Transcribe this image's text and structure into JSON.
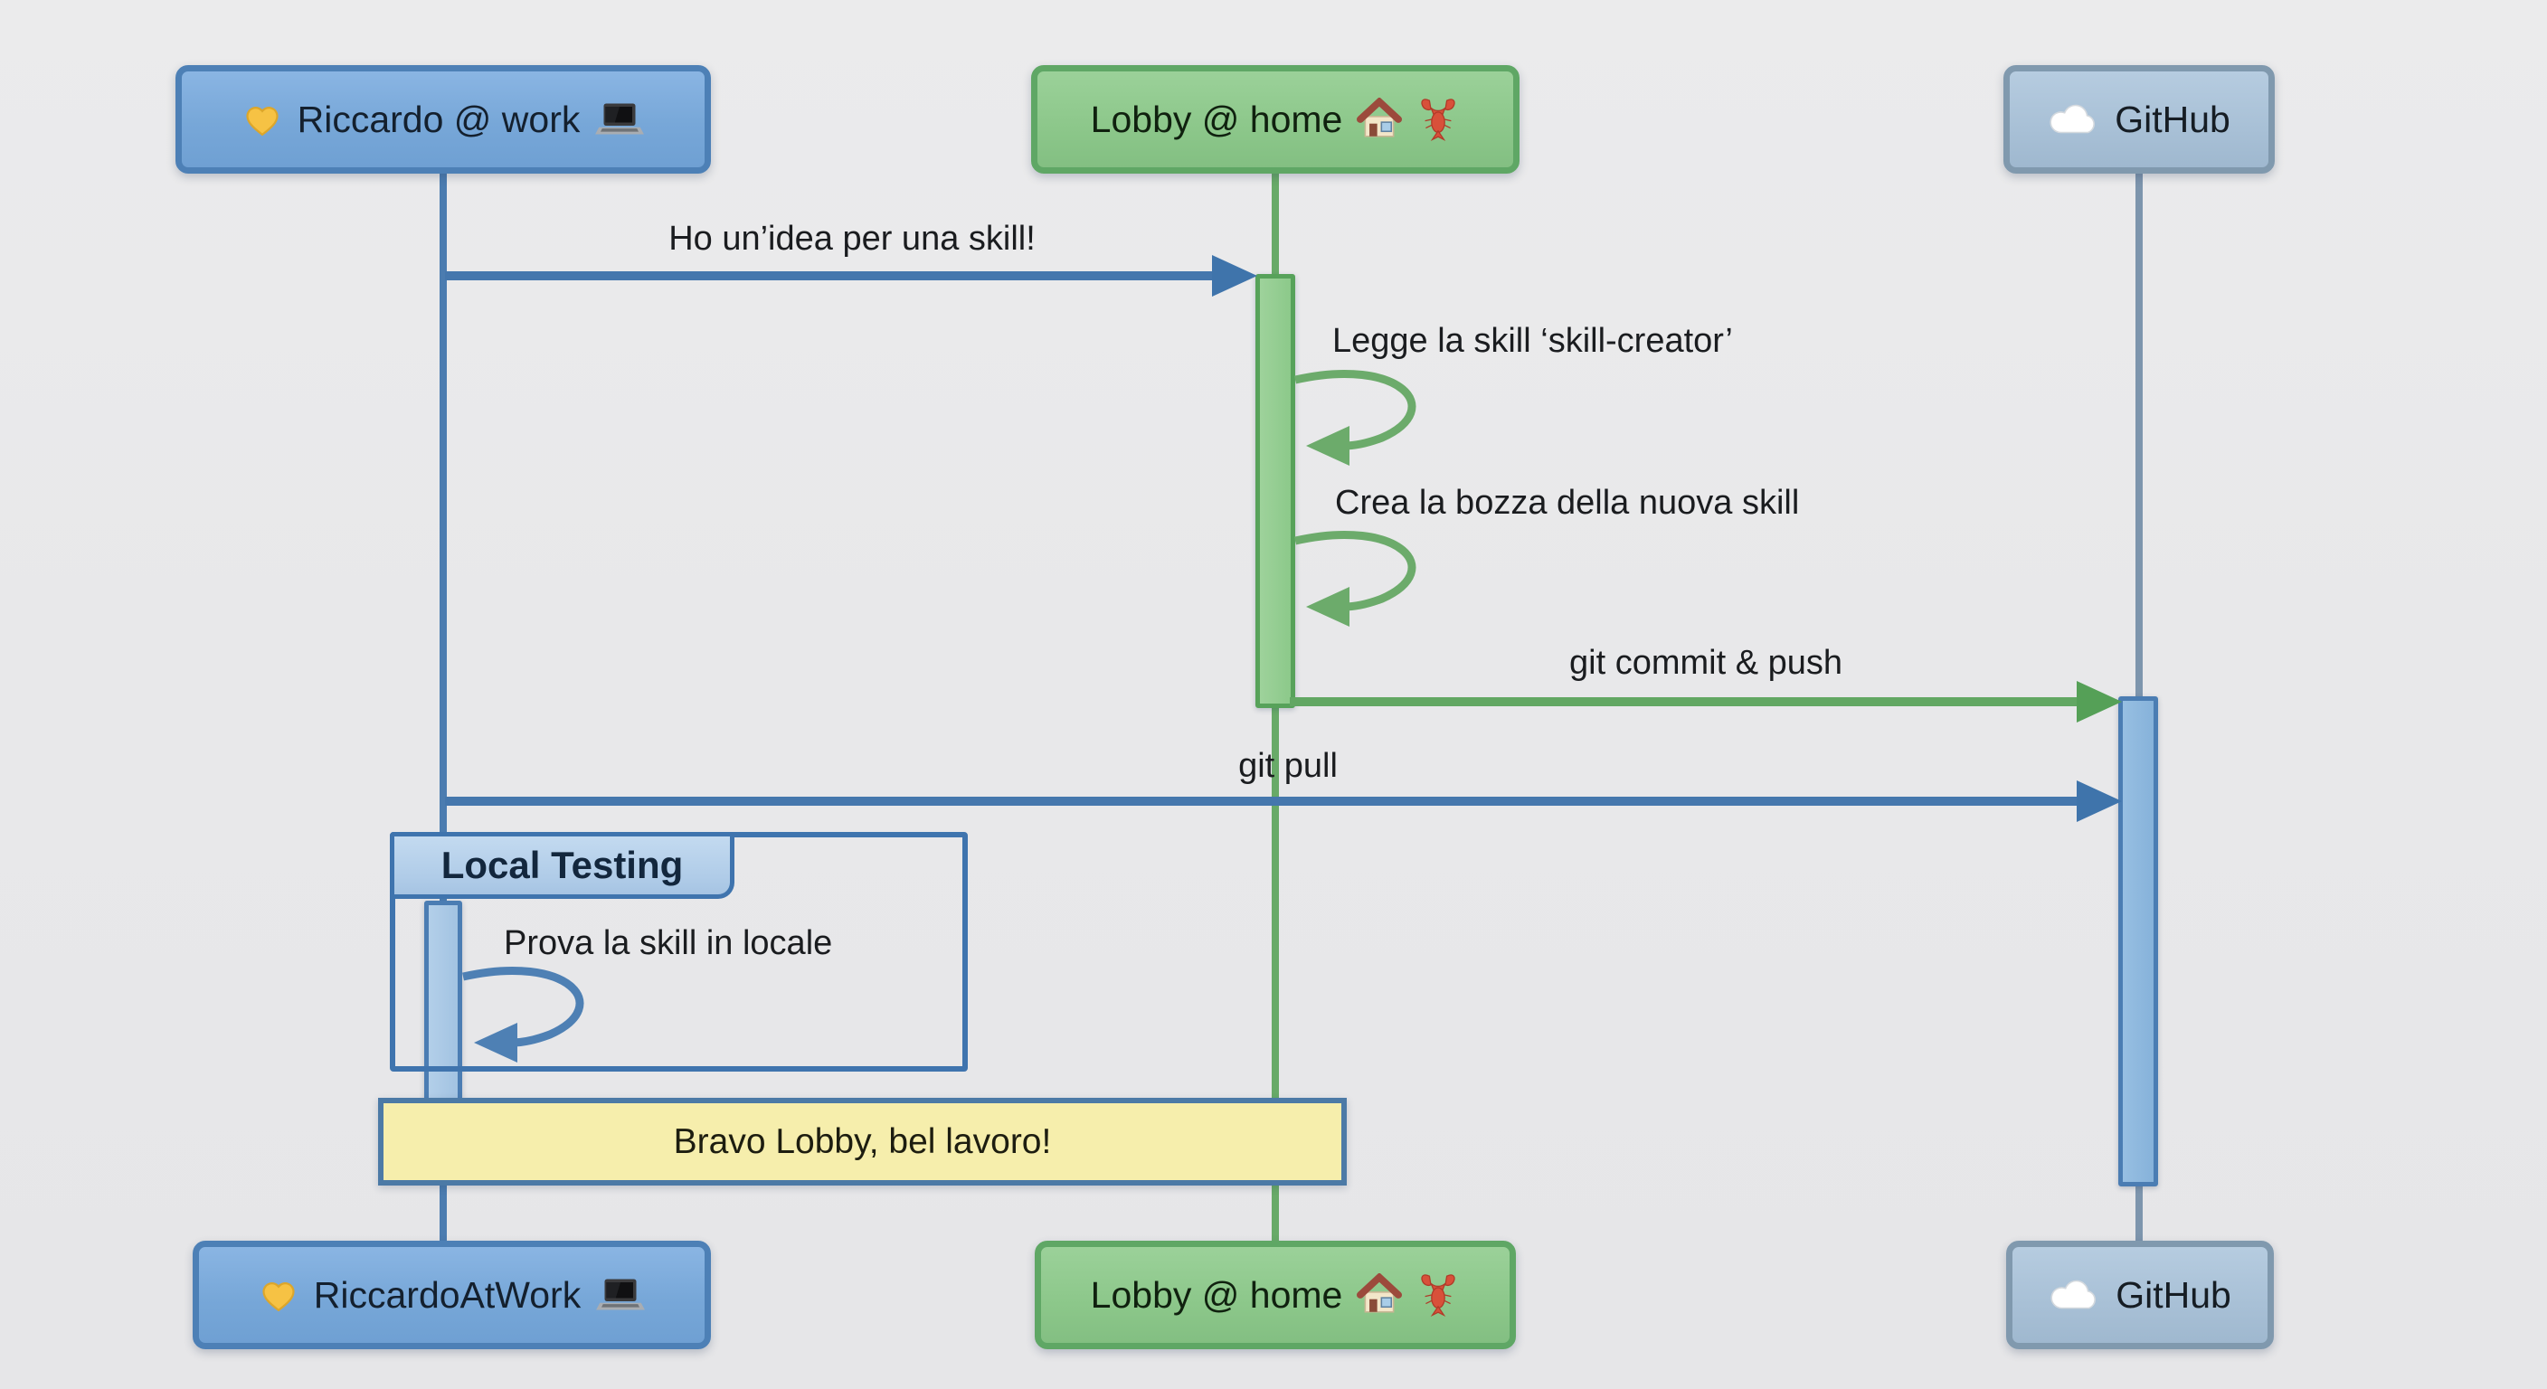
{
  "diagram": {
    "type": "sequence-diagram",
    "background_color": "#e9e9ea",
    "actors": {
      "riccardo": {
        "top_label": "Riccardo @ work",
        "bottom_label": "RiccardoAtWork",
        "icons": [
          "yellow-heart",
          "laptop"
        ],
        "box_fill": "#77a7d8",
        "box_border": "#4d80b6",
        "lifeline_color": "#4b7cb0"
      },
      "lobby": {
        "top_label": "Lobby @ home",
        "bottom_label": "Lobby @ home",
        "icons": [
          "house",
          "lobster"
        ],
        "box_fill": "#8cc78a",
        "box_border": "#5fa765",
        "lifeline_color": "#68aa68"
      },
      "github": {
        "top_label": "GitHub",
        "bottom_label": "GitHub",
        "icons": [
          "cloud"
        ],
        "box_fill": "#a8c0d6",
        "box_border": "#8099ae",
        "lifeline_color": "#7d95ad"
      }
    },
    "messages": {
      "idea": "Ho un’idea per una skill!",
      "read_skill": "Legge la skill ‘skill-creator’",
      "draft_skill": "Crea la bozza della nuova skill",
      "commit_push": "git commit & push",
      "pull": "git pull",
      "local_test": "Prova la skill in locale"
    },
    "frame": {
      "label": "Local Testing"
    },
    "note": {
      "text": "Bravo Lobby, bel lavoro!",
      "fill": "#f6eeac",
      "border": "#4c7aa6"
    },
    "colors": {
      "blue_arrow": "#4577ad",
      "green_arrow": "#62a763",
      "text": "#1a1c1f"
    }
  }
}
